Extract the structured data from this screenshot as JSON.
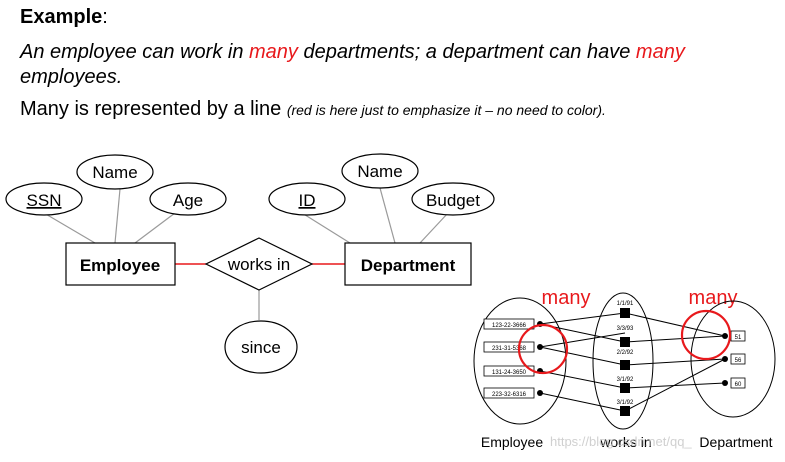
{
  "header": {
    "title": "Example",
    "title_colon": ":",
    "sentence_part1": "An employee can work in ",
    "many_1": "many",
    "sentence_part2": " departments; a department can have ",
    "many_2": "many",
    "sentence_part3": "employees.",
    "line3_main": "Many is represented by a line ",
    "line3_note": "(red is here just to emphasize it – no need to color)."
  },
  "er_diagram": {
    "employee_entity": "Employee",
    "employee_attrs": {
      "ssn": "SSN",
      "name": "Name",
      "age": "Age"
    },
    "relationship": "works in",
    "relationship_attr": "since",
    "department_entity": "Department",
    "department_attrs": {
      "id": "ID",
      "name": "Name",
      "budget": "Budget"
    }
  },
  "instance_diagram": {
    "many_left": "many",
    "many_right": "many",
    "employee_ids": [
      "123-22-3666",
      "231-31-5368",
      "131-24-3650",
      "223-32-6316"
    ],
    "dates": [
      "1/1/91",
      "3/3/93",
      "2/2/92",
      "3/1/92",
      "3/1/92"
    ],
    "dept_ids": [
      "51",
      "56",
      "60"
    ],
    "label_employee": "Employee",
    "label_works_in": "works in",
    "label_department": "Department",
    "watermark": "https://blog.csdn.net/qq_"
  },
  "colors": {
    "accent_red": "#e8191c"
  }
}
